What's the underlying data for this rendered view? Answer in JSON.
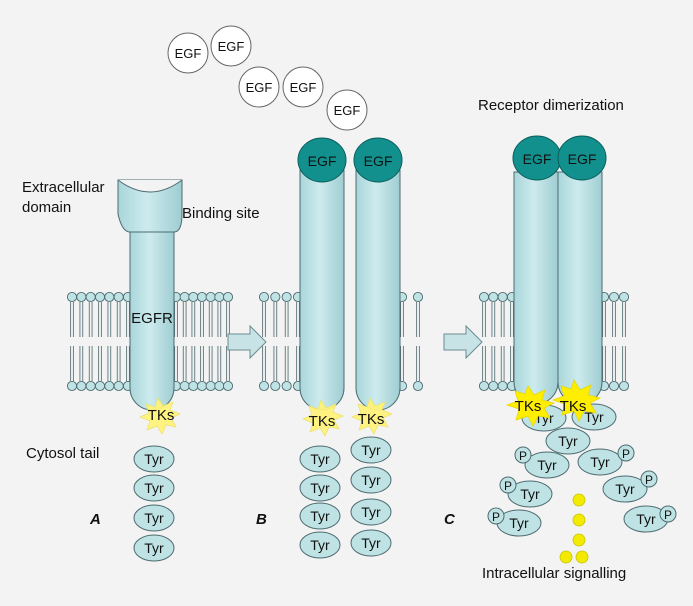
{
  "labels": {
    "extracellular": [
      "Extracellular",
      "domain"
    ],
    "binding_site": "Binding site",
    "egfr": "EGFR",
    "cytosol_tail": "Cytosol tail",
    "receptor_dimerization": "Receptor dimerization",
    "intracellular_signalling": "Intracellular signalling",
    "panel_a": "A",
    "panel_b": "B",
    "panel_c": "C"
  },
  "molecules": {
    "egf": "EGF",
    "tks": "TKs",
    "tyr": "Tyr",
    "phosphate": "P"
  },
  "colors": {
    "background": "#f3f3f3",
    "receptor_fill": "#bde3e6",
    "receptor_stroke": "#4d6b70",
    "bound_egf": "#12908d",
    "free_egf": "#ffffff",
    "burst": "#fff27a",
    "active_burst": "#ffee00",
    "signal_dot": "#f2ea00",
    "membrane_head": "#bfe3e4"
  }
}
